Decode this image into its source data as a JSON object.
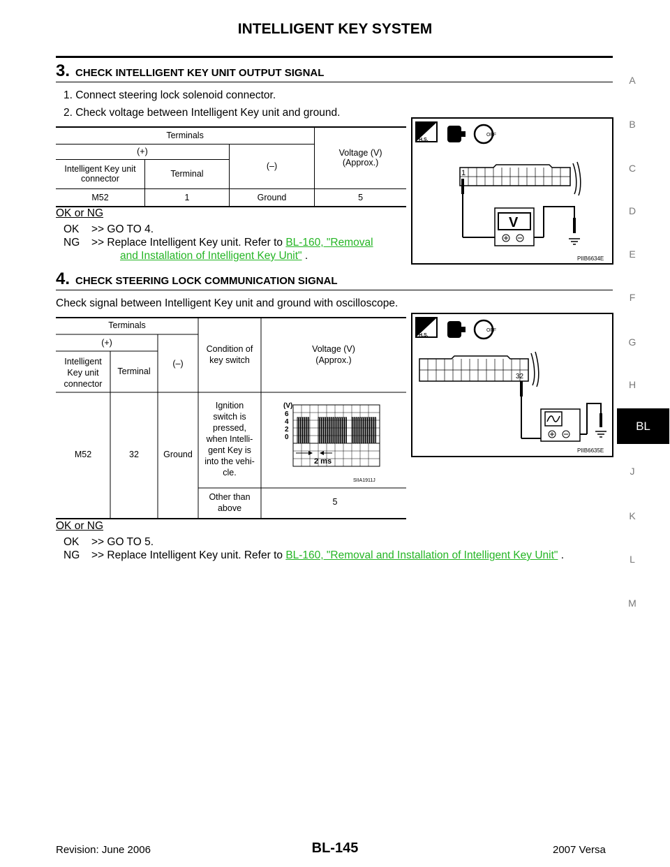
{
  "header": {
    "title": "INTELLIGENT KEY SYSTEM"
  },
  "step3": {
    "number": "3.",
    "title": "CHECK INTELLIGENT KEY UNIT OUTPUT SIGNAL",
    "instructions": [
      "1. Connect steering lock solenoid connector.",
      "2. Check voltage between Intelligent Key unit and ground."
    ],
    "table": {
      "terminals": "Terminals",
      "plus": "(+)",
      "minus": "(–)",
      "connector_col": "Intelligent Key unit connector",
      "terminal_col": "Terminal",
      "voltage_col": "Voltage (V) (Approx.)",
      "row": {
        "connector": "M52",
        "terminal": "1",
        "minus": "Ground",
        "voltage": "5"
      }
    },
    "ok_ng": "OK or NG",
    "ok_label": "OK",
    "ok_text": ">> GO TO 4.",
    "ng_label": "NG",
    "ng_text_prefix": ">> Replace Intelligent Key unit. Refer to",
    "ng_link_line1": "BL-160, \"Removal",
    "ng_link_line2": "and Installation of Intelligent Key Unit\"",
    "ng_suffix": ".",
    "figure": {
      "pin": "1",
      "meter": "V",
      "code": "PIIB6634E"
    }
  },
  "step4": {
    "number": "4.",
    "title": "CHECK STEERING LOCK COMMUNICATION SIGNAL",
    "instruction": "Check signal between Intelligent Key unit and ground with oscilloscope.",
    "table": {
      "terminals": "Terminals",
      "plus": "(+)",
      "minus": "(–)",
      "connector_col": [
        "Intelligent",
        "Key unit",
        "connector"
      ],
      "terminal_col": "Terminal",
      "condition_col": [
        "Condition of",
        "key switch"
      ],
      "voltage_col": [
        "Voltage (V)",
        "(Approx.)"
      ],
      "connector": "M52",
      "terminal": "32",
      "ground": "Ground",
      "cond1": [
        "Ignition",
        "switch is",
        "pressed,",
        "when Intelli-",
        "gent Key is",
        "into the vehi-",
        "cle."
      ],
      "cond2": [
        "Other than",
        "above"
      ],
      "volt2": "5",
      "wave": {
        "unit": "(V)",
        "levels": [
          "6",
          "4",
          "2",
          "0"
        ],
        "time": "2 ms",
        "code": "SIIA1911J"
      }
    },
    "ok_ng": "OK or NG",
    "ok_label": "OK",
    "ok_text": ">> GO TO 5.",
    "ng_label": "NG",
    "ng_text_prefix": ">> Replace Intelligent Key unit. Refer to",
    "ng_link": "BL-160, \"Removal and Installation of Intelligent Key Unit\"",
    "ng_suffix": ".",
    "figure": {
      "pin": "32",
      "code": "PIIB6635E"
    }
  },
  "side_index": [
    "A",
    "B",
    "C",
    "D",
    "E",
    "F",
    "G",
    "H",
    "BL",
    "J",
    "K",
    "L",
    "M"
  ],
  "footer": {
    "revision": "Revision: June 2006",
    "page": "BL-145",
    "model": "2007 Versa"
  },
  "colors": {
    "link": "#24b524",
    "tab_bg": "#000000"
  }
}
